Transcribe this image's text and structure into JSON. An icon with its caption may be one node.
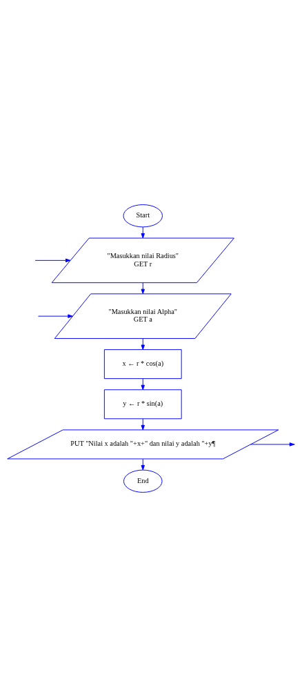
{
  "diagram": {
    "nodes": [
      {
        "text": [
          "Start"
        ]
      },
      {
        "text": [
          "\"Masukkan nilai Radius\"",
          "GET r"
        ]
      },
      {
        "text": [
          "\"Masukkan nilai Alpha\"",
          "GET a"
        ]
      },
      {
        "text": [
          "x ← r * cos(a)"
        ]
      },
      {
        "text": [
          "y ← r * sin(a)"
        ]
      },
      {
        "text": [
          "PUT \"Nilai x adalah \"+x+\" dan nilai y adalah \"+y¶"
        ]
      },
      {
        "text": [
          "End"
        ]
      }
    ],
    "edges": [
      {
        "from": 0,
        "to": 1,
        "arrow": "to"
      },
      {
        "from": null,
        "to": 1,
        "arrow": "to"
      },
      {
        "from": 1,
        "to": 2,
        "arrow": "to"
      },
      {
        "from": null,
        "to": 2,
        "arrow": "to"
      },
      {
        "from": 2,
        "to": 3,
        "arrow": "to"
      },
      {
        "from": 3,
        "to": 4,
        "arrow": "to"
      },
      {
        "from": 4,
        "to": 5,
        "arrow": "to"
      },
      {
        "from": 5,
        "to": null,
        "arrow": "to"
      },
      {
        "from": 5,
        "to": 6,
        "arrow": "to"
      }
    ]
  }
}
